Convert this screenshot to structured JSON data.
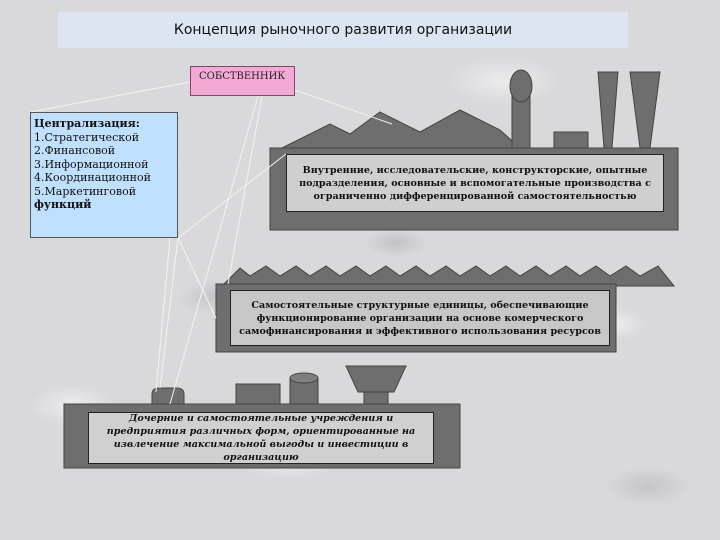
{
  "title": "Концепция рыночного развития организации",
  "owner": {
    "label": "СОБСТВЕННИК"
  },
  "centralization": {
    "heading": "Централизация:",
    "items": [
      "1.Стратегической",
      "2.Финансовой",
      "3.Информационной",
      "4.Координационной",
      "5.Маркетинговой",
      "функций"
    ]
  },
  "levels": {
    "internal": "Внутренние, исследовательские, конструкторские, опытные подразделения, основные и вспомогательные производства с ограниченно дифференцированной самостоятельностью",
    "structural": "Самостоятельные структурные единицы, обеспечивающие функционирование организации на основе комерческого самофинансирования и эффективного использования ресурсов",
    "subsidiaries": "Дочерние и самостоятельные учреждения и предприятия различных форм, ориентированные на извлечение максимальной выгоды и инвестиции в организацию"
  },
  "colors": {
    "building": "#6e6e6e",
    "owner_box": "#f4a8d6",
    "central_box": "#bfe0ff",
    "title_bar": "#dde4f2"
  }
}
